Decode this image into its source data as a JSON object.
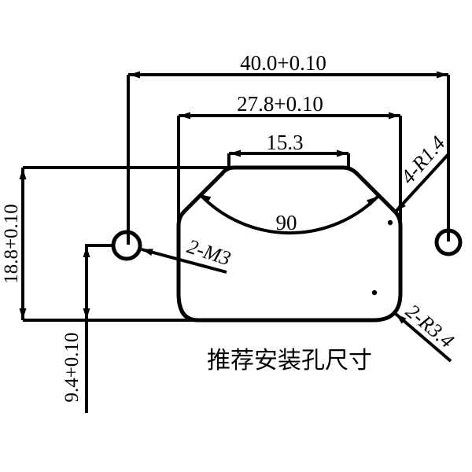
{
  "drawing": {
    "title": "推荐安装孔尺寸",
    "dimensions": {
      "outer_width": "40.0+0.10",
      "body_width": "27.8+0.10",
      "notch_width": "15.3",
      "angle": "90",
      "body_height": "18.8+0.10",
      "hole_height": "9.4+0.10"
    },
    "labels": {
      "holes": "2-M3",
      "small_radius": "4-R1.4",
      "large_radius": "2-R3.4"
    },
    "colors": {
      "line": "#000000",
      "background": "#ffffff"
    }
  }
}
